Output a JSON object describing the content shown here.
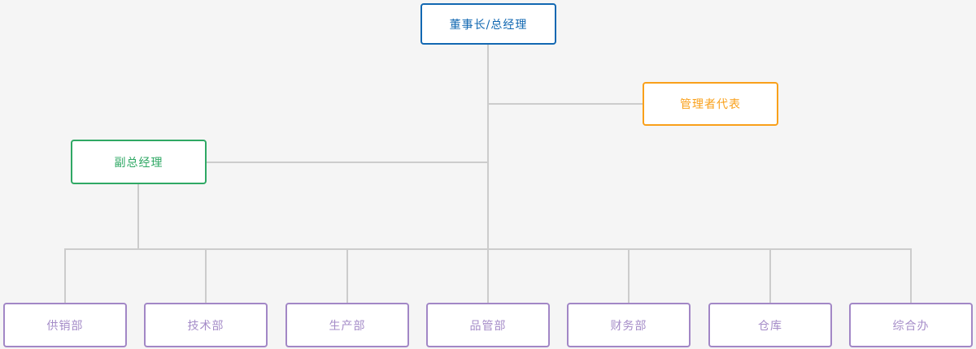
{
  "page": {
    "background_color": "#f5f5f5",
    "connector_color": "#cccccc",
    "node_fill_color": "#ffffff"
  },
  "org_chart": {
    "root": {
      "label": "董事长/总经理",
      "color": "#1268b2"
    },
    "management_representative": {
      "label": "管理者代表",
      "color": "#f9a01a"
    },
    "deputy_general_manager": {
      "label": "副总经理",
      "color": "#2fa864"
    },
    "department_color": "#a287c6",
    "departments": [
      {
        "label": "供销部"
      },
      {
        "label": "技术部"
      },
      {
        "label": "生产部"
      },
      {
        "label": "品管部"
      },
      {
        "label": "财务部"
      },
      {
        "label": "仓库"
      },
      {
        "label": "综合办"
      }
    ]
  }
}
